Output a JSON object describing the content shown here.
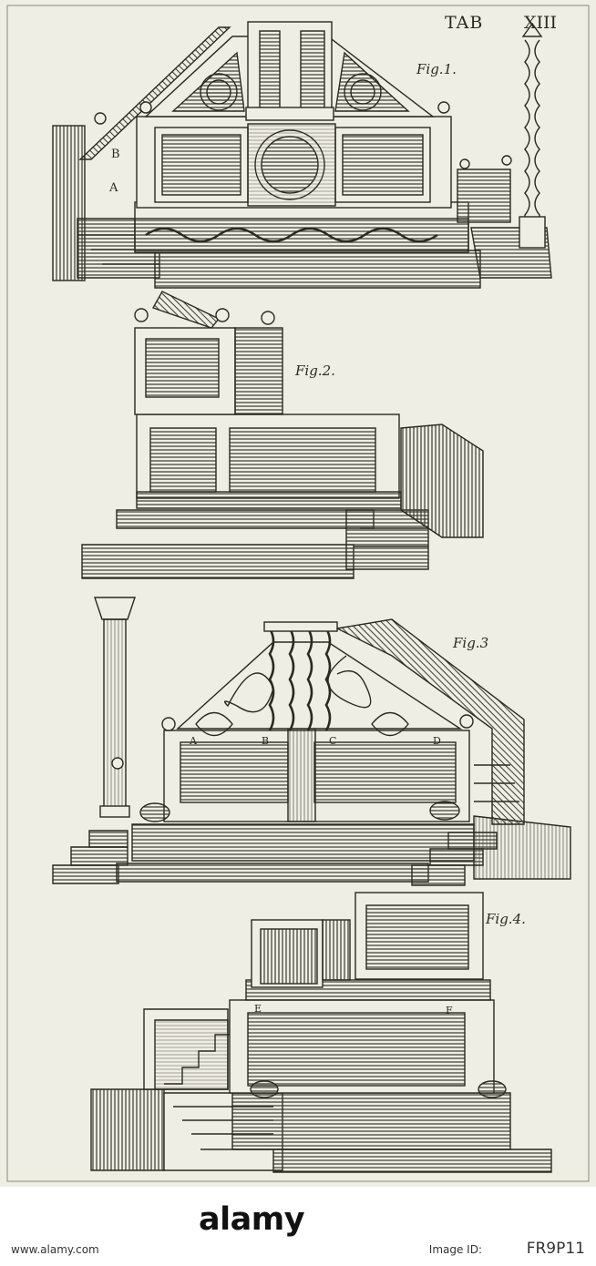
{
  "plate": {
    "title": "TAB",
    "number": "XIII",
    "figures": [
      {
        "label": "Fig.1.",
        "letters": [
          "B",
          "A"
        ]
      },
      {
        "label": "Fig.2."
      },
      {
        "label": "Fig.3",
        "letters": [
          "A",
          "B",
          "C",
          "D"
        ]
      },
      {
        "label": "Fig.4.",
        "letters": [
          "E",
          "F"
        ]
      }
    ]
  },
  "footer": {
    "logo": "alamy",
    "site": "www.alamy.com",
    "image_id_label": "Image ID:",
    "image_id": "FR9P11"
  },
  "colors": {
    "paper": "#efeee4",
    "ink": "#2a2a22",
    "footer": "#ffffff"
  }
}
